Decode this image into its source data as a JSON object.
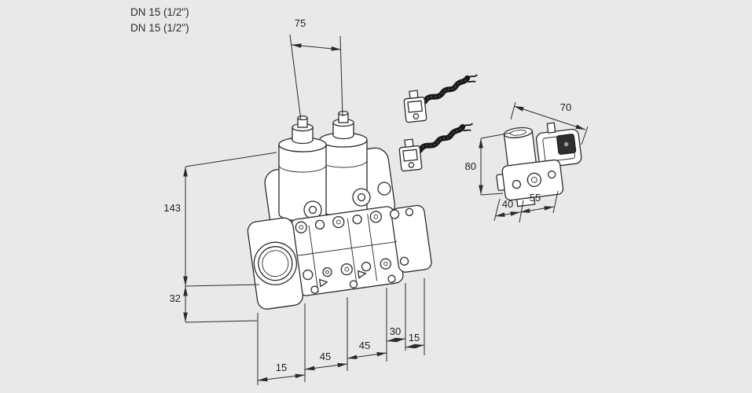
{
  "drawing": {
    "background_color": "#e9e9e9",
    "line_color": "#2b2b2b",
    "labels": {
      "dn_line1": "DN 15 (1/2\")",
      "dn_line2": "DN 15 (1/2\")"
    },
    "dimensions": {
      "top_75": "75",
      "left_143": "143",
      "left_32": "32",
      "bottom_15_left": "15",
      "bottom_45_left": "45",
      "bottom_45_right": "45",
      "bottom_30": "30",
      "bottom_15_right": "15",
      "small_70": "70",
      "small_80": "80",
      "small_40": "40",
      "small_55": "55"
    }
  }
}
